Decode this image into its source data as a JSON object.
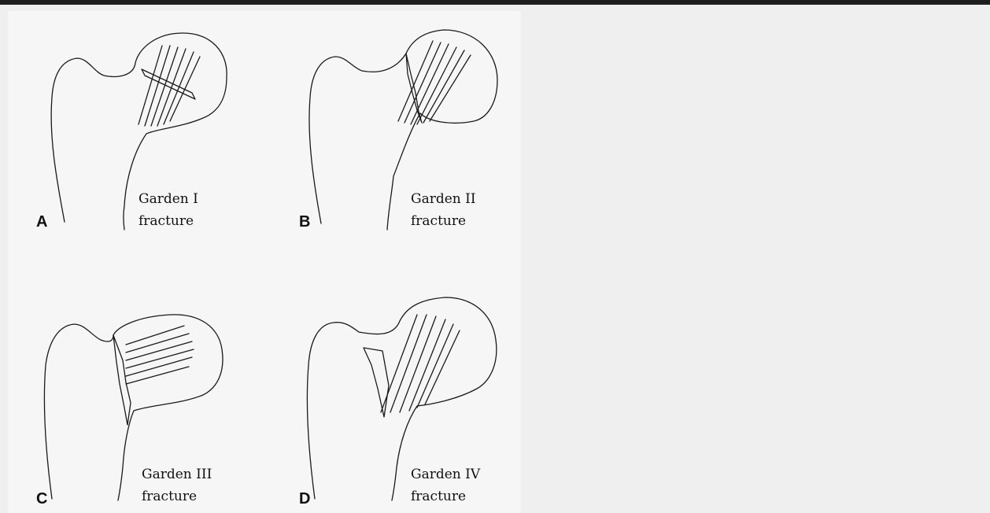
{
  "figure": {
    "panels": [
      {
        "letter": "A",
        "caption_line1": "Garden I",
        "caption_line2": "fracture"
      },
      {
        "letter": "B",
        "caption_line1": "Garden II",
        "caption_line2": "fracture"
      },
      {
        "letter": "C",
        "caption_line1": "Garden III",
        "caption_line2": "fracture"
      },
      {
        "letter": "D",
        "caption_line1": "Garden IV",
        "caption_line2": "fracture"
      }
    ]
  },
  "colors": {
    "page_background": "#efefef",
    "figure_background": "#f6f6f6",
    "top_bar": "#1e1e1e",
    "line_art": "#1a1a1a"
  }
}
